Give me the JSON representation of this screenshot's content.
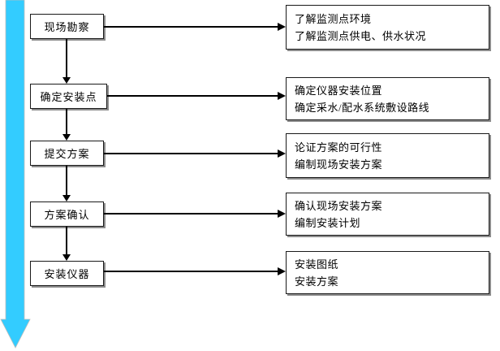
{
  "diagram": {
    "type": "flowchart",
    "orientation": "top-to-bottom",
    "steps": [
      {
        "label": "现场勘察",
        "details": [
          "了解监测点环境",
          "了解监测点供电、供水状况"
        ]
      },
      {
        "label": "确定安装点",
        "details": [
          "确定仪器安装位置",
          "确定采水/配水系统敷设路线"
        ]
      },
      {
        "label": "提交方案",
        "details": [
          "论证方案的可行性",
          "编制现场安装方案"
        ]
      },
      {
        "label": "方案确认",
        "details": [
          "确认现场安装方案",
          "编制安装计划"
        ]
      },
      {
        "label": "安装仪器",
        "details": [
          "安装图纸",
          "安装方案"
        ]
      }
    ],
    "colors": {
      "timeline_arrow": "#33CCFF",
      "connector_line": "#000000",
      "box_border": "#1a1a1a",
      "box_shadow": "#8c8c8c",
      "background": "#ffffff",
      "text": "#000000"
    }
  }
}
